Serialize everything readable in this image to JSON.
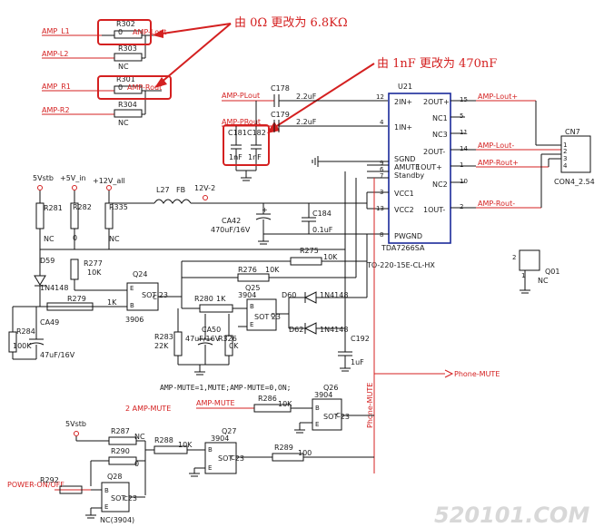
{
  "annotations": {
    "top": "由 0Ω 更改为 6.8KΩ",
    "mid": "由 1nF 更改为 470nF"
  },
  "ic": {
    "ref": "U21",
    "part": "TDA7266SA",
    "package": "TO-220-15E-CL-HX",
    "pins_left": [
      {
        "num": "12",
        "name": "2IN+"
      },
      {
        "num": "4",
        "name": "1IN+"
      },
      {
        "num": "9",
        "name": "SGND"
      },
      {
        "num": "6",
        "name": "AMUTE"
      },
      {
        "num": "7",
        "name": "Standby"
      },
      {
        "num": "3",
        "name": "VCC1"
      },
      {
        "num": "13",
        "name": "VCC2"
      },
      {
        "num": "8",
        "name": "PWGND"
      }
    ],
    "pins_right": [
      {
        "num": "15",
        "name": "2OUT+"
      },
      {
        "num": "5",
        "name": "NC1"
      },
      {
        "num": "11",
        "name": "NC3"
      },
      {
        "num": "14",
        "name": "2OUT-"
      },
      {
        "num": "1",
        "name": "1OUT+"
      },
      {
        "num": "10",
        "name": "NC2"
      },
      {
        "num": "2",
        "name": "1OUT-"
      }
    ]
  },
  "connector": {
    "ref": "CN7",
    "part": "CON4_2.54",
    "pins": [
      "1",
      "2",
      "3",
      "4"
    ]
  },
  "nets": {
    "amp_l1": "AMP_L1",
    "amp_l2": "AMP-L2",
    "amp_r1": "AMP_R1",
    "amp_r2": "AMP-R2",
    "amp_lout": "AMP-Lout",
    "amp_rout": "AMP-Rout",
    "amp_plout": "AMP-PLout",
    "amp_prout": "AMP-PRout",
    "amp_lout_p": "AMP-Lout+",
    "amp_lout_m": "AMP-Lout-",
    "amp_rout_p": "AMP-Rout+",
    "amp_rout_m": "AMP-Rout-",
    "vstb": "5Vstb",
    "v5in": "+5V_in",
    "v12all": "+12V_all",
    "v12_2": "12V-2",
    "phone_mute": "Phone-MUTE",
    "amp_mute": "AMP-MUTE",
    "amp_mute2": "2  AMP-MUTE",
    "power_on": "POWER-ON/OFF",
    "mute_note": "AMP-MUTE=1,MUTE;AMP-MUTE=0,ON;"
  },
  "components": {
    "r302": {
      "ref": "R302",
      "val": "0"
    },
    "r303": {
      "ref": "R303",
      "val": "NC"
    },
    "r301": {
      "ref": "R301",
      "val": "0"
    },
    "r304": {
      "ref": "R304",
      "val": "NC"
    },
    "c178": {
      "ref": "C178",
      "val": "2.2uF"
    },
    "c179": {
      "ref": "C179",
      "val": "2.2uF"
    },
    "c181": {
      "ref": "C181",
      "val": "1nF"
    },
    "c182": {
      "ref": "C182",
      "val": "1nF"
    },
    "r281": {
      "ref": "R281",
      "val": "NC"
    },
    "r282": {
      "ref": "R282",
      "val": "0"
    },
    "r335": {
      "ref": "R335",
      "val": "NC"
    },
    "l27": {
      "ref": "L27",
      "val": "FB"
    },
    "ca42": {
      "ref": "CA42",
      "val": "470uF/16V"
    },
    "c184": {
      "ref": "C184",
      "val": "0.1uF"
    },
    "r277": {
      "ref": "R277",
      "val": "10K"
    },
    "r275": {
      "ref": "R275",
      "val": "10K"
    },
    "r276": {
      "ref": "R276",
      "val": "10K"
    },
    "d59": {
      "ref": "D59",
      "val": "1N4148"
    },
    "q24": {
      "ref": "Q24",
      "val": "3906",
      "pkg": "SOT 23"
    },
    "r279": {
      "ref": "R279",
      "val": "1K"
    },
    "r284": {
      "ref": "R284",
      "val": "100K"
    },
    "ca49": {
      "ref": "CA49",
      "val": "47uF/16V"
    },
    "q25": {
      "ref": "Q25",
      "val": "3904",
      "pkg": "SOT 23"
    },
    "r280": {
      "ref": "R280",
      "val": "1K"
    },
    "r283": {
      "ref": "R283",
      "val": "22K"
    },
    "ca50": {
      "ref": "CA50",
      "val": "47uF/16V"
    },
    "r326": {
      "ref": "R326",
      "val": "0K"
    },
    "d60": {
      "ref": "D60",
      "val": "1N4148"
    },
    "d62": {
      "ref": "D62",
      "val": "1N4148"
    },
    "c192": {
      "ref": "C192",
      "val": "1uF"
    },
    "q01": {
      "ref": "Q01",
      "val": "NC"
    },
    "r286": {
      "ref": "R286",
      "val": "10K"
    },
    "q26": {
      "ref": "Q26",
      "val": "3904",
      "pkg": "SOT 23"
    },
    "r287": {
      "ref": "R287",
      "val": "NC"
    },
    "r288": {
      "ref": "R288",
      "val": "10K"
    },
    "q27": {
      "ref": "Q27",
      "val": "3904",
      "pkg": "SOT 23"
    },
    "r289": {
      "ref": "R289",
      "val": "100"
    },
    "r290": {
      "ref": "R290",
      "val": "0"
    },
    "r292": {
      "ref": "R292",
      "val": ""
    },
    "q28": {
      "ref": "Q28",
      "val": "NC(3904)",
      "pkg": "SOT 23"
    }
  },
  "watermark": "520101.COM",
  "colors": {
    "annotation": "#d42020",
    "net_label": "#d42020",
    "ic_border": "#1a2a9a",
    "wire": "#111111"
  }
}
